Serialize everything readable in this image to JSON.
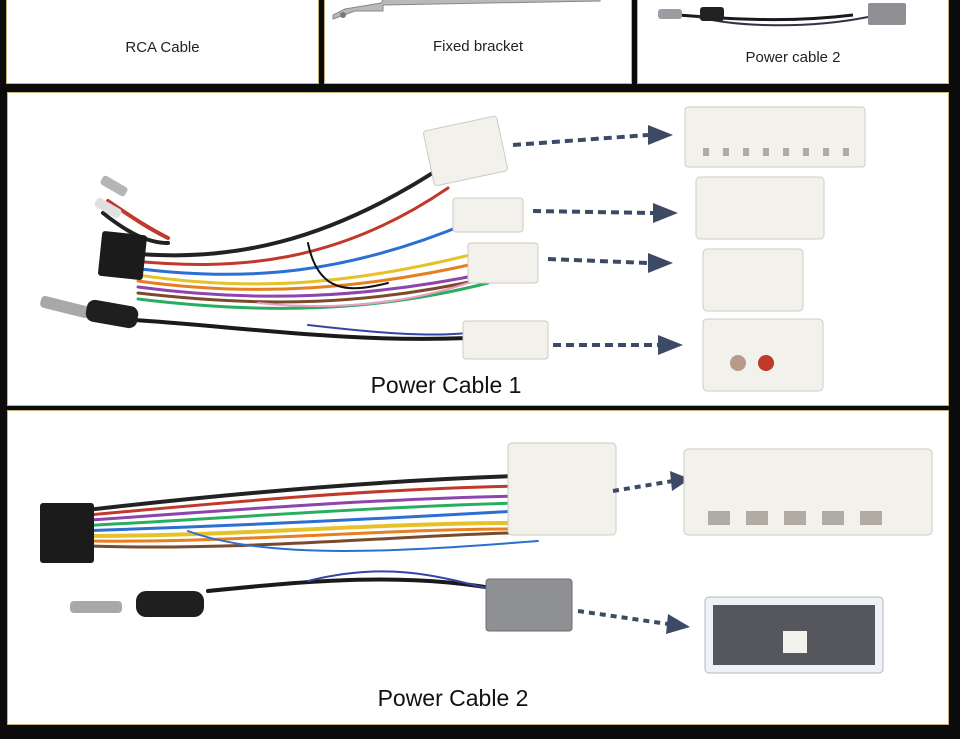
{
  "top_row": {
    "rca_caption": "RCA Cable",
    "bracket_caption": "Fixed bracket",
    "power2_small_caption": "Power cable 2"
  },
  "panel_power1": {
    "caption": "Power Cable 1"
  },
  "panel_power2": {
    "caption": "Power Cable 2"
  },
  "colors": {
    "panel_bg": "#ffffff",
    "border": "#c9b27a",
    "page_bg": "#0b0b0b",
    "arrow": "#3d4a66",
    "connector_white": "#f3f1ec",
    "connector_gray": "#8f9094"
  }
}
